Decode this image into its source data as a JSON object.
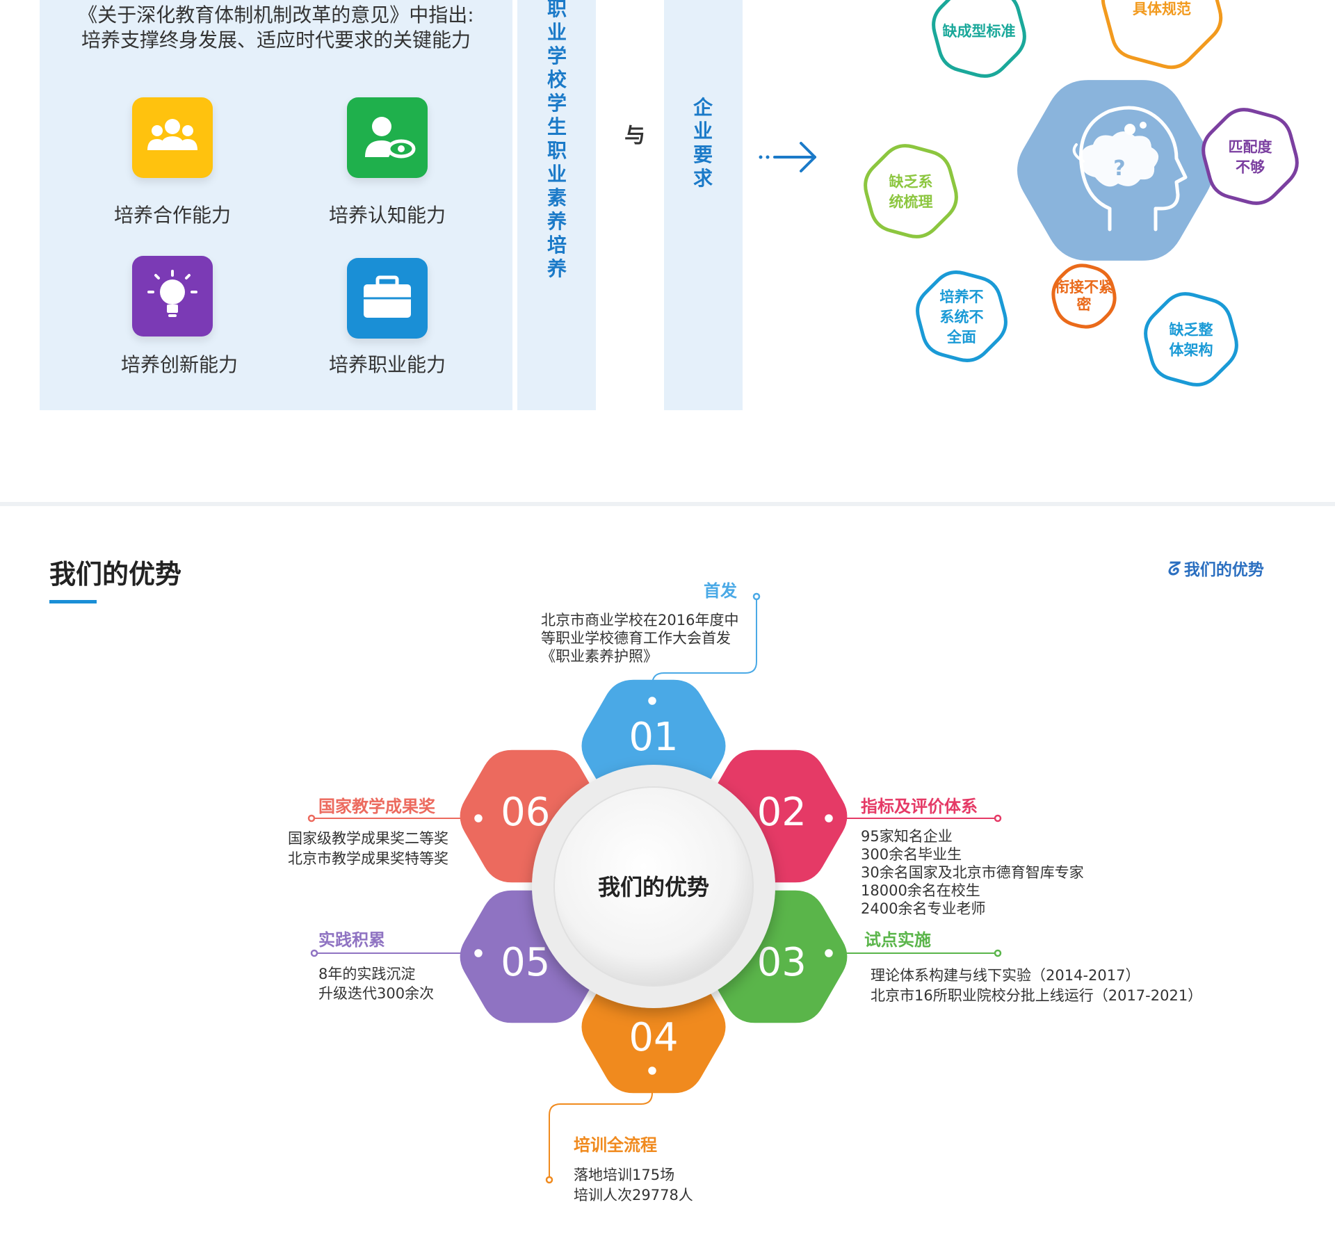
{
  "top": {
    "quote_lines": [
      "《关于深化教育体制机制改革的意见》中指出:",
      "培养支撑终身发展、适应时代要求的关键能力"
    ],
    "abilities": [
      {
        "label": "培养合作能力",
        "color": "#ffc20e",
        "icon": "group-icon"
      },
      {
        "label": "培养认知能力",
        "color": "#1fb04c",
        "icon": "user-eye-icon"
      },
      {
        "label": "培养创新能力",
        "color": "#7b3ab5",
        "icon": "lightbulb-icon"
      },
      {
        "label": "培养职业能力",
        "color": "#1a8fd6",
        "icon": "briefcase-icon"
      }
    ],
    "vertical_left": "职业学校学生职业素养培养",
    "connector": "与",
    "vertical_right": "企业要求",
    "problems": [
      {
        "label": "缺成型标准",
        "color": "#1aa89a"
      },
      {
        "label": "具体规范",
        "color": "#f29a1e"
      },
      {
        "label": "缺乏系统梳理",
        "color": "#8cc63f"
      },
      {
        "label": "匹配度不够",
        "color": "#7b3fa0"
      },
      {
        "label": "培养不系统不全面",
        "color": "#1a9ad6"
      },
      {
        "label": "衔接不紧密",
        "color": "#ea6a1a"
      },
      {
        "label": "缺乏整体架构",
        "color": "#1a9ad6"
      }
    ],
    "center_hex_color": "#8ab4dc"
  },
  "advantages": {
    "section_title": "我们的优势",
    "corner_link": "我们的优势",
    "center_label": "我们的优势",
    "items": [
      {
        "num": "01",
        "title": "首发",
        "color": "#4aa9e6",
        "lines": [
          "北京市商业学校在2016年度中",
          "等职业学校德育工作大会首发",
          "《职业素养护照》"
        ]
      },
      {
        "num": "02",
        "title": "指标及评价体系",
        "color": "#e53a66",
        "lines": [
          "95家知名企业",
          "300余名毕业生",
          "30余名国家及北京市德育智库专家",
          "18000余名在校生",
          "2400余名专业老师"
        ]
      },
      {
        "num": "03",
        "title": "试点实施",
        "color": "#5ab54a",
        "lines": [
          "理论体系构建与线下实验（2014-2017）",
          "北京市16所职业院校分批上线运行（2017-2021）"
        ]
      },
      {
        "num": "04",
        "title": "培训全流程",
        "color": "#f08a1e",
        "lines": [
          "落地培训175场",
          "培训人次29778人"
        ]
      },
      {
        "num": "05",
        "title": "实践积累",
        "color": "#8f73c2",
        "lines": [
          "8年的实践沉淀",
          "升级迭代300余次"
        ]
      },
      {
        "num": "06",
        "title": "国家教学成果奖",
        "color": "#ec6a5e",
        "lines": [
          "国家级教学成果奖二等奖",
          "北京市教学成果奖特等奖"
        ]
      }
    ]
  }
}
